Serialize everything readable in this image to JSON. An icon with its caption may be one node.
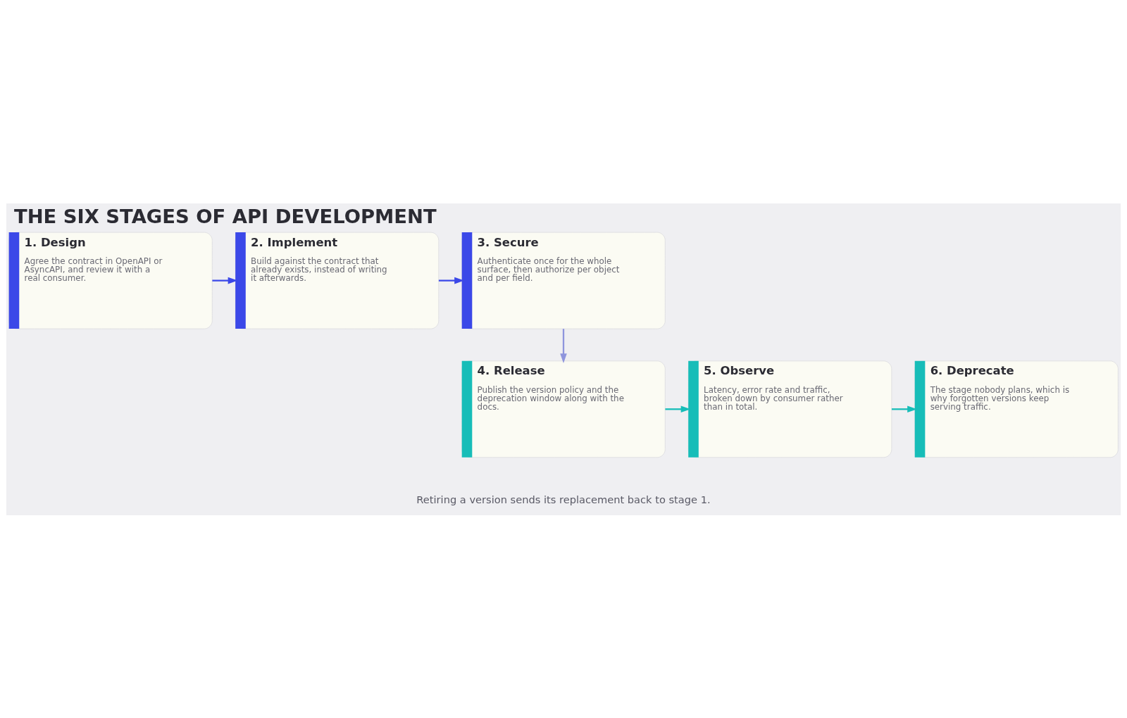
{
  "diagram": {
    "title": "THE SIX STAGES OF API DEVELOPMENT",
    "caption": "Retiring a version sends its replacement back to stage 1.",
    "nodes": [
      {
        "text": [
          "1. Design",
          "Agree the contract in OpenAPI or AsyncAPI, and review it with a real consumer."
        ]
      },
      {
        "text": [
          "2. Implement",
          "Build against the contract that already exists, instead of writing it afterwards."
        ]
      },
      {
        "text": [
          "3. Secure",
          "Authenticate once for the whole surface, then authorize per object and per field."
        ]
      },
      {
        "text": [
          "4. Release",
          "Publish the version policy and the deprecation window along with the docs."
        ]
      },
      {
        "text": [
          "5. Observe",
          "Latency, error rate and traffic, broken down by consumer rather than in total."
        ]
      },
      {
        "text": [
          "6. Deprecate",
          "The stage nobody plans, which is why forgotten versions keep serving traffic."
        ]
      }
    ],
    "edges": [
      {
        "from": 0,
        "to": 1,
        "arrow": "to",
        "color": "#3b48e8"
      },
      {
        "from": 1,
        "to": 2,
        "arrow": "to",
        "color": "#3b48e8"
      },
      {
        "from": 2,
        "to": 3,
        "arrow": "to",
        "color": "#8f95dd"
      },
      {
        "from": 3,
        "to": 4,
        "arrow": "to",
        "color": "#17bdb8"
      },
      {
        "from": 4,
        "to": 5,
        "arrow": "to",
        "color": "#17bdb8"
      }
    ]
  }
}
